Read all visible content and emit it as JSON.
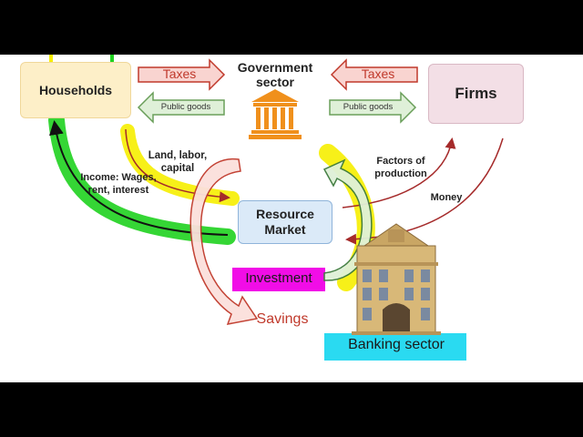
{
  "nodes": {
    "households": "Households",
    "firms": "Firms",
    "government": "Government sector",
    "resource_market": "Resource Market",
    "banking": "Banking sector"
  },
  "labels": {
    "taxes_left": "Taxes",
    "taxes_right": "Taxes",
    "public_goods_left": "Public goods",
    "public_goods_right": "Public goods",
    "land_labor_capital": "Land, labor, capital",
    "income": "Income: Wages, rent, interest",
    "factors_of_production": "Factors of production",
    "money": "Money",
    "investment": "Investment",
    "savings": "Savings"
  },
  "icons": [
    "government-building-icon",
    "bank-building-icon"
  ],
  "colors": {
    "households_fill": "#fdefc8",
    "firms_fill": "#f3dfe6",
    "resource_fill": "#dbeaf8",
    "arrow_red": "#c0392b",
    "arrow_green_fill": "#dff0d8",
    "highlight_yellow": "#f6ee00",
    "highlight_green": "#1fd21f",
    "highlight_magenta": "#f000e6",
    "highlight_cyan": "#1fd8f0",
    "government_orange": "#f0901c",
    "bank_tan": "#d8b878"
  }
}
